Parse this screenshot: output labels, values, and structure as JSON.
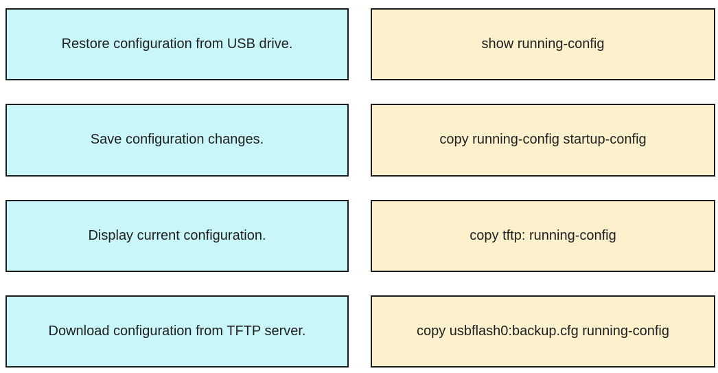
{
  "question": {
    "type": "drag-and-drop-matching",
    "left_column_role": "configuration task descriptions",
    "right_column_role": "IOS commands"
  },
  "colors": {
    "page_background": "#ffffff",
    "description_box_background": "#c9f6f8",
    "command_box_background": "#fdf0cc",
    "box_border": "#1c1c1c",
    "text": "#1f1f1f"
  },
  "descriptions": [
    {
      "label": "Restore configuration from USB drive."
    },
    {
      "label": "Save configuration changes."
    },
    {
      "label": "Display current configuration."
    },
    {
      "label": "Download configuration from TFTP server."
    }
  ],
  "commands": [
    {
      "label": "show running-config"
    },
    {
      "label": "copy running-config startup-config"
    },
    {
      "label": "copy tftp: running-config"
    },
    {
      "label": "copy usbflash0:backup.cfg running-config"
    }
  ]
}
